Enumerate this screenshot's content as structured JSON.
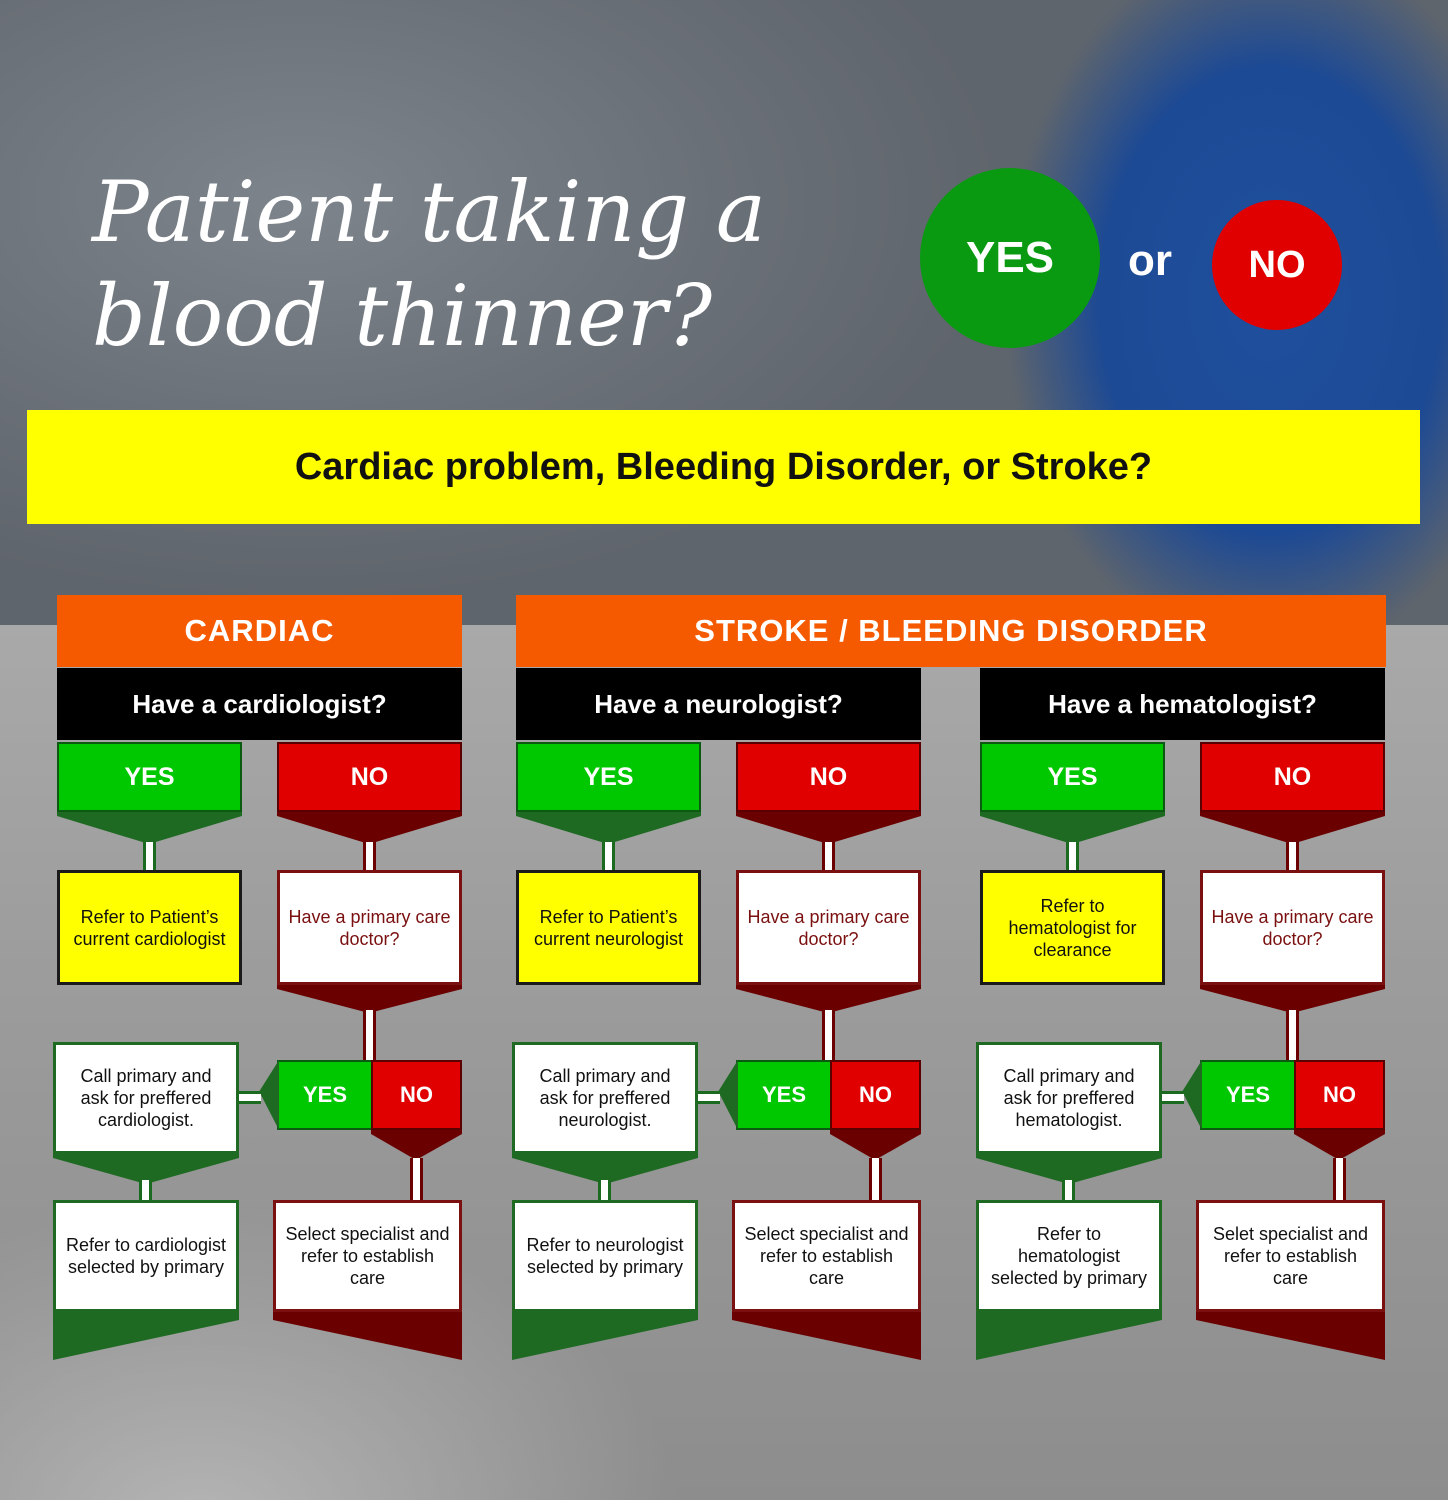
{
  "title_line1": "Patient taking a",
  "title_line2": "blood thinner?",
  "yes_label": "YES",
  "or_label": "or",
  "no_label": "NO",
  "question": "Cardiac problem, Bleeding Disorder, or Stroke?",
  "categories": {
    "cardiac": "CARDIAC",
    "stroke_bleeding": "STROKE / BLEEDING DISORDER"
  },
  "columns": [
    {
      "question": "Have a cardiologist?",
      "yes": "YES",
      "no": "NO",
      "yes_result": "Refer to Patient’s current cardiologist",
      "no_question": "Have a primary care doctor?",
      "sub_yes": "YES",
      "sub_no": "NO",
      "call_primary": "Call primary and ask for preffered cardiologist.",
      "refer_primary": "Refer to cardiologist selected by primary",
      "select_specialist": "Select specialist and refer to establish care"
    },
    {
      "question": "Have a neurologist?",
      "yes": "YES",
      "no": "NO",
      "yes_result": "Refer to Patient’s current neurologist",
      "no_question": "Have a primary care doctor?",
      "sub_yes": "YES",
      "sub_no": "NO",
      "call_primary": "Call primary and ask for preffered neurologist.",
      "refer_primary": "Refer to neurologist selected by primary",
      "select_specialist": "Select specialist and refer to establish care"
    },
    {
      "question": "Have a hematologist?",
      "yes": "YES",
      "no": "NO",
      "yes_result": "Refer to hematologist for clearance",
      "no_question": "Have a primary care doctor?",
      "sub_yes": "YES",
      "sub_no": "NO",
      "call_primary": "Call primary and ask for preffered hematologist.",
      "refer_primary": "Refer to hematologist selected by primary",
      "select_specialist": "Selet specialist and refer to establish care"
    }
  ]
}
